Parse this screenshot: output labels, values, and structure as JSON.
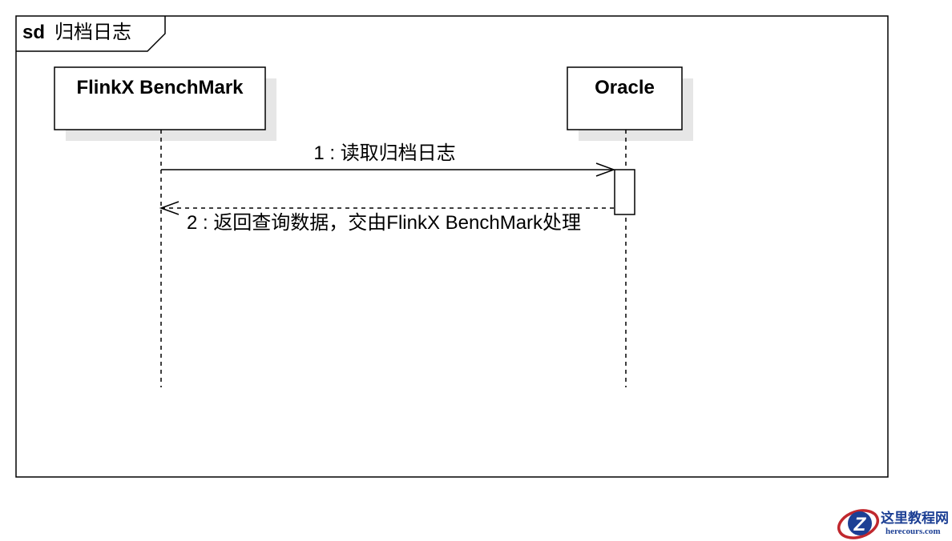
{
  "frame": {
    "keyword": "sd",
    "name": "归档日志"
  },
  "lifelines": [
    {
      "id": "flinkx",
      "label": "FlinkX BenchMark"
    },
    {
      "id": "oracle",
      "label": "Oracle"
    }
  ],
  "messages": [
    {
      "number": "1",
      "separator": ":",
      "text": "读取归档日志",
      "from": "flinkx",
      "to": "oracle",
      "kind": "sync"
    },
    {
      "number": "2",
      "separator": ":",
      "text": "返回查询数据，交由FlinkX BenchMark处理",
      "from": "oracle",
      "to": "flinkx",
      "kind": "reply"
    }
  ],
  "watermark": {
    "title": "这里教程网",
    "domain": "herecours.com",
    "logo_letter": "Z",
    "colors": {
      "brand_blue": "#1c3f94",
      "swoosh_red": "#c0282e"
    }
  },
  "colors": {
    "line": "#000000",
    "shadow": "#e6e6e6",
    "background": "#ffffff"
  }
}
